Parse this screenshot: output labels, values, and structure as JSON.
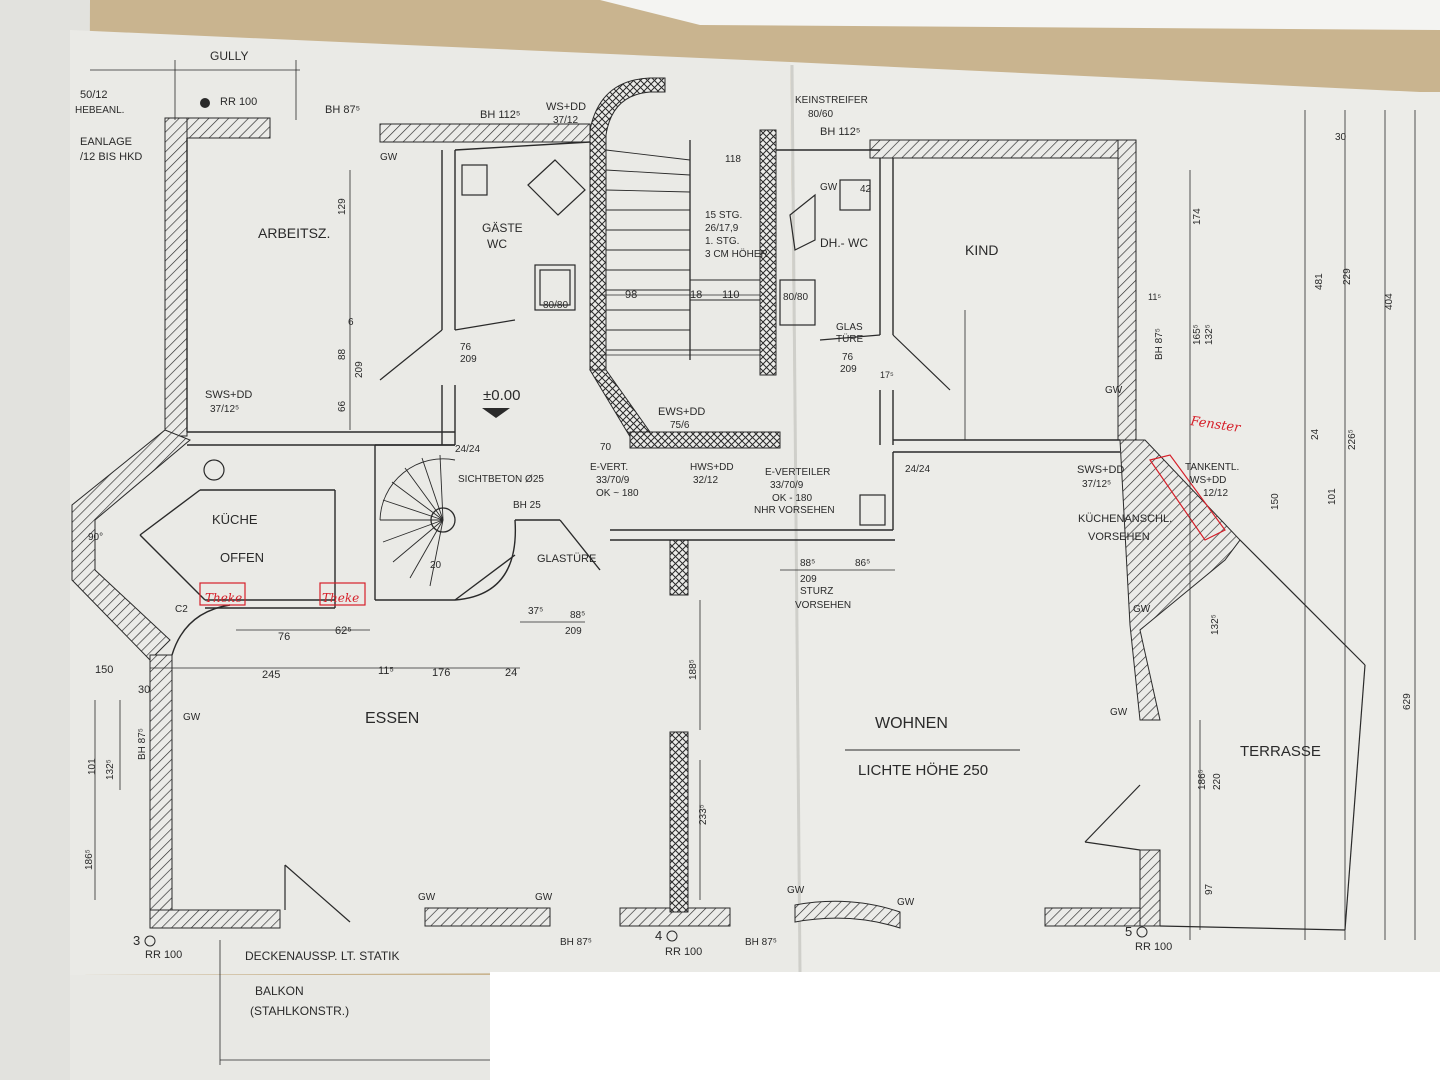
{
  "colors": {
    "background": "#c9b48f",
    "paper": "#ebebe8",
    "ink": "#2a2a2a",
    "annotation": "#d6202a"
  },
  "labels": {
    "gully": "GULLY",
    "rr100_top": "RR 100",
    "bh875_top": "BH 87⁵",
    "bh1125_top": "BH 112⁵",
    "ws_dd_top": "WS+DD",
    "ws_dd_top_dim": "37/12",
    "rr_top_dim": "50/12",
    "rr_top_a": "HEBEANL.",
    "rr_top_b": "EANLAGE",
    "rr_top_c": "/12 BIS HKD",
    "keinstreifer": "KEINSTREIFER",
    "keinstreifer_dim": "80/60",
    "bh1125_right": "BH 112⁵",
    "arbeitsz": "ARBEITSZ.",
    "gaeste_wc": "GÄSTE",
    "gaeste_wc2": "WC",
    "stair_spec1": "15 STG.",
    "stair_spec2": "26/17,9",
    "stair_spec3": "1. STG.",
    "stair_spec4": "3 CM HÖHER",
    "dh_wc": "DH.- WC",
    "kind": "KIND",
    "glas_tuere": "GLAS",
    "glas_tuere2": "TÜRE",
    "level": "±0.00",
    "sws_dd_left": "SWS+DD",
    "sws_dd_left_dim": "37/12⁵",
    "ews_dd": "EWS+DD",
    "ews_dd_dim": "75/6",
    "e_vert": "E-VERT.",
    "e_vert_dim": "33/70/9",
    "e_vert_ok": "OK ~ 180",
    "hws_dd": "HWS+DD",
    "hws_dd_dim": "32/12",
    "e_verteiler": "E-VERTEILER",
    "e_verteiler_dim": "33/70/9",
    "e_verteiler_ok": "OK - 180",
    "nhr_vorsehen": "NHR VORSEHEN",
    "sichtbeton": "SICHTBETON Ø25",
    "bh25": "BH 25",
    "kueche": "KÜCHE",
    "offen": "OFFEN",
    "glastuere": "GLASTÜRE",
    "sturz": "STURZ",
    "vorsehen": "VORSEHEN",
    "sws_dd_right": "SWS+DD",
    "sws_dd_right_dim": "37/12⁵",
    "tankentl": "TANKENTL.",
    "tankentl_ws": "WS+DD",
    "tankentl_dim": "12/12",
    "kuechenanschl": "KÜCHENANSCHL.",
    "kuechenanschl2": "VORSEHEN",
    "essen": "ESSEN",
    "wohnen": "WOHNEN",
    "lichte_hoehe": "LICHTE HÖHE 250",
    "terrasse": "TERRASSE",
    "deckenaussp": "DECKENAUSSP. LT. STATIK",
    "balkon": "BALKON",
    "stahlkonstr": "(STAHLKONSTR.)",
    "rr100_b1": "RR 100",
    "rr100_b2": "RR 100",
    "rr100_b3": "RR 100",
    "bh875_b1": "BH 87⁵",
    "bh875_b2": "BH 87⁵",
    "bh875_left": "BH 87⁵",
    "bh875_right": "BH 87⁵",
    "n3": "3",
    "n4": "4",
    "n5": "5",
    "gw": "GW",
    "red_theke1": "Theke",
    "red_theke2": "Theke",
    "red_fenster": "Fenster",
    "d_76_209_a": "76",
    "d_76_209_b": "209",
    "d_76_209_c": "76",
    "d_76_209_d": "209",
    "d_98": "98",
    "d_18": "18",
    "d_110": "110",
    "d_118": "118",
    "d_2424_a": "24/24",
    "d_2424_b": "24/24",
    "d_175": "17⁵",
    "d_885": "88⁵",
    "d_865": "86⁵",
    "d_209_st": "209",
    "d_375": "37⁵",
    "d_885b": "88⁵",
    "d_209b": "209",
    "d_76_bot": "76",
    "d_625": "62⁵",
    "d_150_left": "150",
    "d_245": "245",
    "d_115": "11⁵",
    "d_176": "176",
    "d_24": "24",
    "d_30": "30",
    "d_101_left": "101",
    "d_1325_left": "132⁵",
    "d_1865": "186⁵",
    "d_66": "66",
    "d_209_ab": "209",
    "d_88": "88",
    "d_129": "129",
    "d_6": "6",
    "d_115_right": "11⁵",
    "d_1655": "165⁵",
    "d_1325_r": "132⁵",
    "d_101_r": "101",
    "d_1325_r2": "132⁵",
    "d_24_r": "24",
    "d_2265": "226⁵",
    "d_150_r": "150",
    "d_1865_r": "186⁵",
    "d_220": "220",
    "d_97": "97",
    "d_174": "174",
    "d_30_rt": "30",
    "d_481": "481",
    "d_229": "229",
    "d_404": "404",
    "d_629": "629",
    "d_2335": "233⁵",
    "d_1885": "188⁵",
    "d_80_80": "80/80",
    "d_80_80b": "80/80",
    "d_42": "42",
    "d_20": "20",
    "d_90": "90°",
    "d_70": "70",
    "d_c2": "C2"
  }
}
